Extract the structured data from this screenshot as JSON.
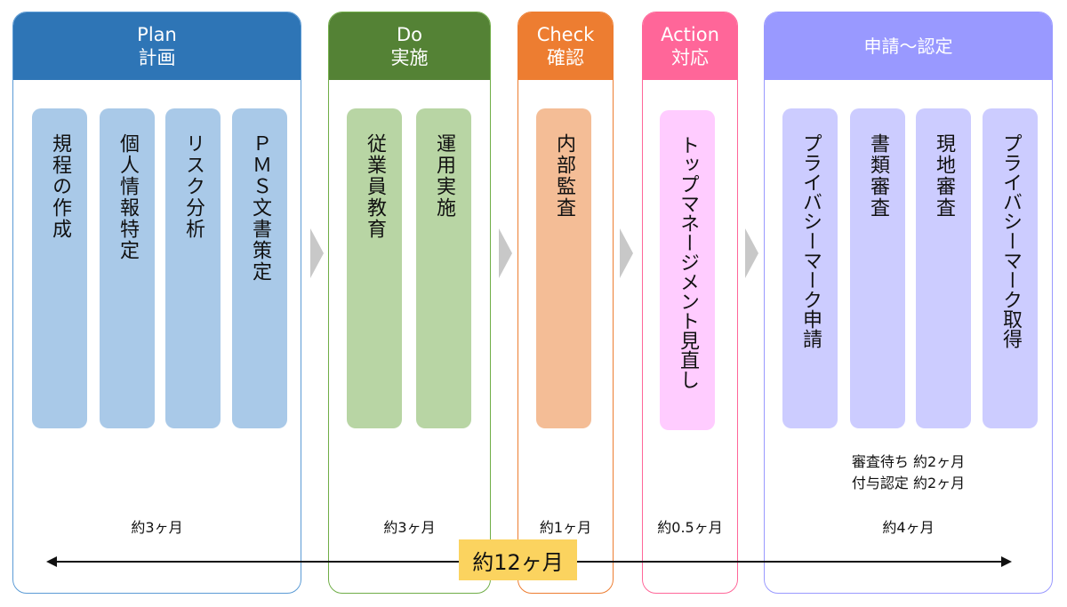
{
  "colors": {
    "plan": "#2e75b6",
    "plan_card": "#a9c9e8",
    "do": "#548235",
    "do_card": "#b8d5a4",
    "check": "#ed7d31",
    "check_card": "#f4bd96",
    "action": "#ff6699",
    "action_card": "#ffccff",
    "cert": "#9999ff",
    "cert_card": "#ccccff",
    "chevron": "#c8c8c8",
    "total_badge": "#fbd35f"
  },
  "phases": [
    {
      "id": "plan",
      "title_en": "Plan",
      "title_ja": "計画",
      "steps": [
        "規程の作成",
        "個人情報特定",
        "リスク分析",
        "ＰＭＳ文書策定"
      ],
      "duration": "約3ヶ月"
    },
    {
      "id": "do",
      "title_en": "Do",
      "title_ja": "実施",
      "steps": [
        "従業員教育",
        "運用実施"
      ],
      "duration": "約3ヶ月"
    },
    {
      "id": "check",
      "title_en": "Check",
      "title_ja": "確認",
      "steps": [
        "内部監査"
      ],
      "duration": "約1ヶ月"
    },
    {
      "id": "action",
      "title_en": "Action",
      "title_ja": "対応",
      "steps": [
        "トップマネージメント見直し"
      ],
      "duration": "約0.5ヶ月"
    },
    {
      "id": "cert",
      "title": "申請～認定",
      "steps": [
        "プライバシーマーク申請",
        "書類審査",
        "現地審査",
        "プライバシーマーク取得"
      ],
      "notes": [
        "審査待ち 約2ヶ月",
        "付与認定 約2ヶ月"
      ],
      "duration": "約4ヶ月"
    }
  ],
  "timeline": {
    "total": "約12ヶ月"
  }
}
